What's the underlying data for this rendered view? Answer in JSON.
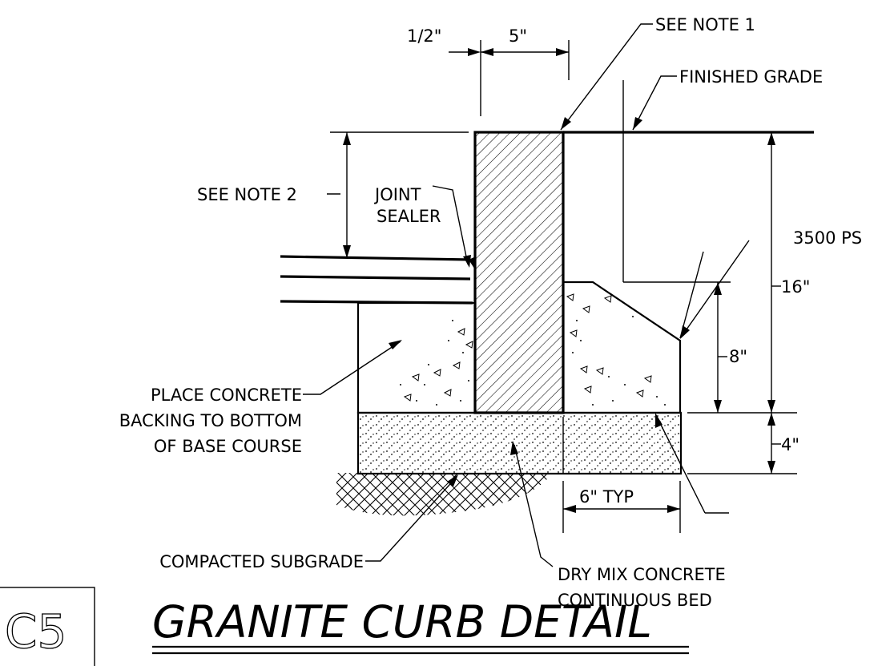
{
  "drawing": {
    "sheet_tag": "C5",
    "title": "GRANITE CURB DETAIL",
    "dimensions": {
      "joint_width": "1/2\"",
      "curb_width": "5\"",
      "backing_height": "8\"",
      "total_height": "16\"",
      "bed_depth": "4\"",
      "bed_extension": "6\" TYP"
    },
    "labels": {
      "see_note_1": "SEE NOTE 1",
      "finished_grade": "FINISHED GRADE",
      "see_note_2": "SEE NOTE 2",
      "joint_sealer_1": "JOINT",
      "joint_sealer_2": "SEALER",
      "concrete_psi": "3500 PS",
      "place_backing_1": "PLACE CONCRETE",
      "place_backing_2": "BACKING TO BOTTOM",
      "place_backing_3": "OF BASE COURSE",
      "subgrade": "COMPACTED SUBGRADE",
      "dry_mix_1": "DRY MIX CONCRETE",
      "dry_mix_2": "CONTINUOUS BED"
    }
  }
}
